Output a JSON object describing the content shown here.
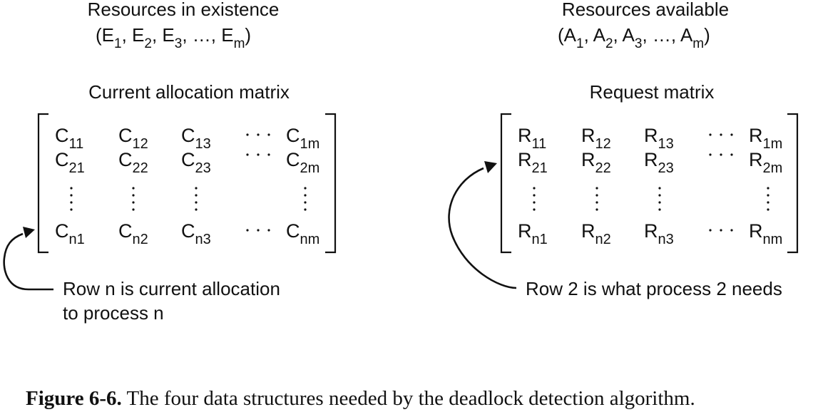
{
  "left": {
    "vector_title": "Resources in existence",
    "vector_open": "(",
    "vector_close": ")",
    "vector_letter": "E",
    "vector_subs": [
      "1",
      "2",
      "3",
      "m"
    ],
    "vector_ellipsis": "…",
    "matrix_title": "Current allocation matrix",
    "matrix_letter": "C",
    "matrix_subs": [
      [
        "11",
        "12",
        "13",
        "1m"
      ],
      [
        "21",
        "22",
        "23",
        "2m"
      ],
      [
        "n1",
        "n2",
        "n3",
        "nm"
      ]
    ],
    "note_line1": "Row n is current allocation",
    "note_line2": "to process n"
  },
  "right": {
    "vector_title": "Resources available",
    "vector_open": "(",
    "vector_close": ")",
    "vector_letter": "A",
    "vector_subs": [
      "1",
      "2",
      "3",
      "m"
    ],
    "vector_ellipsis": "…",
    "matrix_title": "Request matrix",
    "matrix_letter": "R",
    "matrix_subs": [
      [
        "11",
        "12",
        "13",
        "1m"
      ],
      [
        "21",
        "22",
        "23",
        "2m"
      ],
      [
        "n1",
        "n2",
        "n3",
        "nm"
      ]
    ],
    "note_line1": "Row 2 is what process 2 needs"
  },
  "caption": {
    "label": "Figure 6-6.",
    "text": "The four data structures needed by the deadlock detection algorithm."
  }
}
